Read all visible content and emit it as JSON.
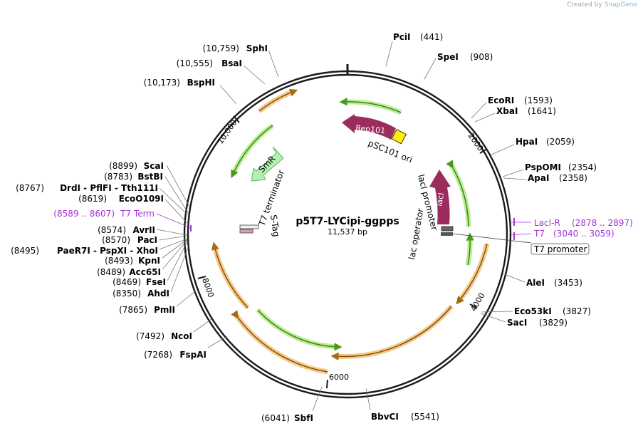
{
  "watermark": {
    "prefix": "Created by",
    "brand": "SnapGene"
  },
  "map": {
    "name": "p5T7-LYCipi-ggpps",
    "size_label": "11,537 bp",
    "total_bp": 11537
  },
  "ticks": [
    {
      "label": "2000",
      "pos": 2000
    },
    {
      "label": "4000",
      "pos": 4000
    },
    {
      "label": "6000",
      "pos": 6000
    },
    {
      "label": "8000",
      "pos": 8000
    },
    {
      "label": "10,000",
      "pos": 10000
    }
  ],
  "sites": [
    {
      "name": "PciI",
      "pos_label": "(441)"
    },
    {
      "name": "SpeI",
      "pos_label": "(908)"
    },
    {
      "name": "EcoRI",
      "pos_label": "(1593)"
    },
    {
      "name": "XbaI",
      "pos_label": "(1641)"
    },
    {
      "name": "HpaI",
      "pos_label": "(2059)"
    },
    {
      "name": "PspOMI",
      "pos_label": "(2354)"
    },
    {
      "name": "ApaI",
      "pos_label": "(2358)"
    },
    {
      "name": "AleI",
      "pos_label": "(3453)"
    },
    {
      "name": "Eco53kI",
      "pos_label": "(3827)"
    },
    {
      "name": "SacI",
      "pos_label": "(3829)"
    },
    {
      "name": "BbvCI",
      "pos_label": "(5541)"
    },
    {
      "name": "SbfI",
      "pos_label": "(6041)"
    },
    {
      "name": "FspAI",
      "pos_label": "(7268)"
    },
    {
      "name": "NcoI",
      "pos_label": "(7492)"
    },
    {
      "name": "PmlI",
      "pos_label": "(7865)"
    },
    {
      "name": "AhdI",
      "pos_label": "(8350)"
    },
    {
      "name": "FseI",
      "pos_label": "(8469)"
    },
    {
      "name": "Acc65I",
      "pos_label": "(8489)"
    },
    {
      "name": "KpnI",
      "pos_label": "(8493)"
    },
    {
      "name": "PaeR7I  -  PspXI  -  XhoI",
      "pos_label": "(8495)"
    },
    {
      "name": "PacI",
      "pos_label": "(8570)"
    },
    {
      "name": "AvrII",
      "pos_label": "(8574)"
    },
    {
      "name": "EcoO109I",
      "pos_label": "(8619)"
    },
    {
      "name": "DrdI  -  PflFI  -  Tth111I",
      "pos_label": "(8767)"
    },
    {
      "name": "BstBI",
      "pos_label": "(8783)"
    },
    {
      "name": "ScaI",
      "pos_label": "(8899)"
    },
    {
      "name": "BspHI",
      "pos_label": "(10,173)"
    },
    {
      "name": "BsaI",
      "pos_label": "(10,555)"
    },
    {
      "name": "SphI",
      "pos_label": "(10,759)"
    }
  ],
  "primers": [
    {
      "name": "LacI-R",
      "range": "(2878 .. 2897)"
    },
    {
      "name": "T7",
      "range": "(3040 .. 3059)"
    },
    {
      "name": "T7 Term",
      "range": "(8589 .. 8607)"
    }
  ],
  "features": {
    "rep101": "Rep101",
    "psc101_ori": "pSC101 ori",
    "laci": "lacI",
    "laci_promoter": "lacI promoter",
    "lac_operator": "lac operator",
    "t7_promoter": "T7 promoter",
    "smr": "SmR",
    "t7_terminator": "T7 terminator",
    "s_tag": "S-Tag"
  },
  "colors": {
    "backbone": "#1a1a1a",
    "primer": "#a335d6",
    "feature_magenta": "#9b2d5e",
    "ori_yellow": "#ffee00",
    "orf_green": "#a8e07a",
    "orf_orange": "#f2bb6c",
    "smr_green": "#b4f0b4"
  }
}
